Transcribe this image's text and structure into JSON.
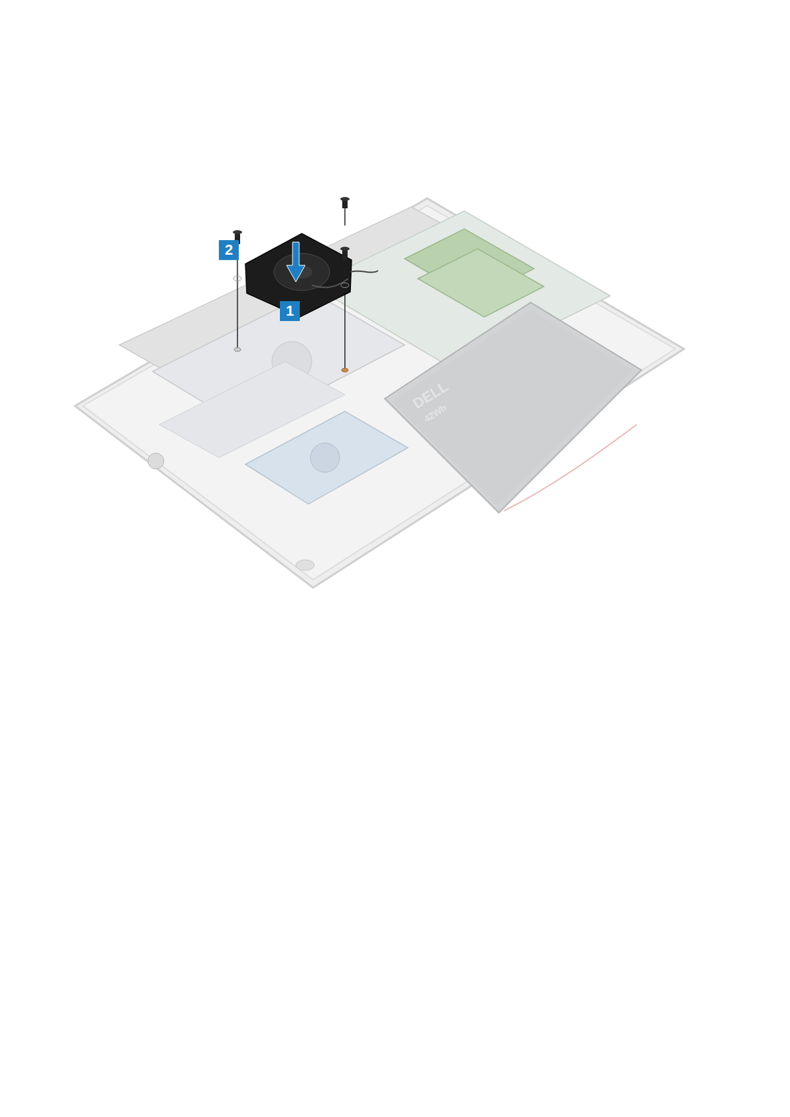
{
  "diagram": {
    "labels": [
      "2",
      "1",
      "DELL",
      "42Wh"
    ]
  }
}
